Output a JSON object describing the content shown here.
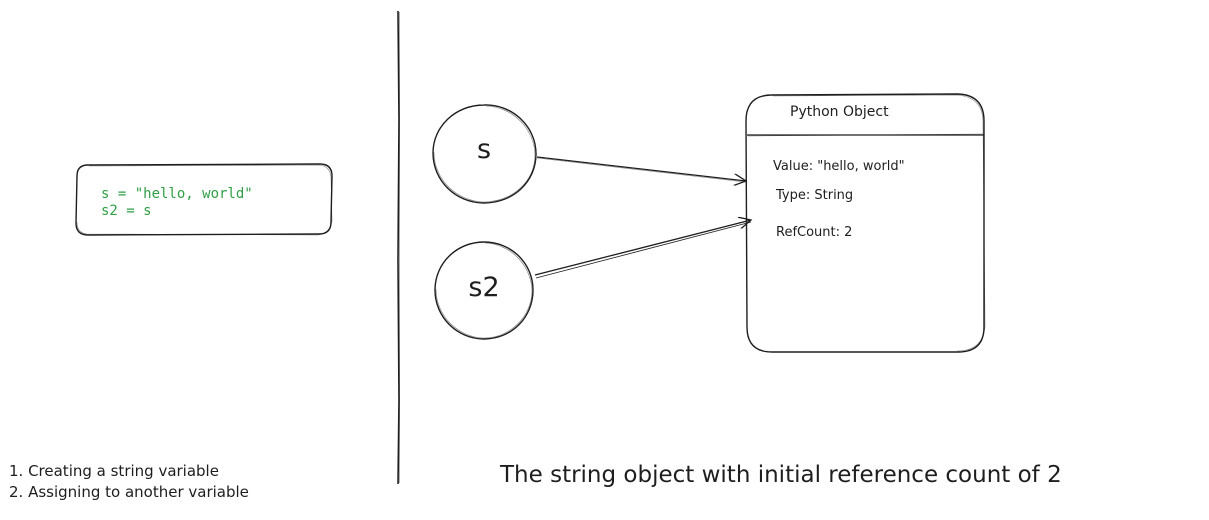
{
  "code_snippet": {
    "lines": [
      "s = \"hello, world\"",
      "s2 = s"
    ]
  },
  "variables": [
    {
      "name": "s"
    },
    {
      "name": "s2"
    }
  ],
  "python_object": {
    "title": "Python Object",
    "value_line": "Value: \"hello, world\"",
    "type_line": "Type: String",
    "refcount_line": "RefCount: 2"
  },
  "notes": [
    "1. Creating a string variable",
    "2. Assigning to another variable"
  ],
  "caption": "The string object with initial reference count of 2",
  "colors": {
    "stroke": "#1e1e1e",
    "code_text": "#2f9e44"
  }
}
